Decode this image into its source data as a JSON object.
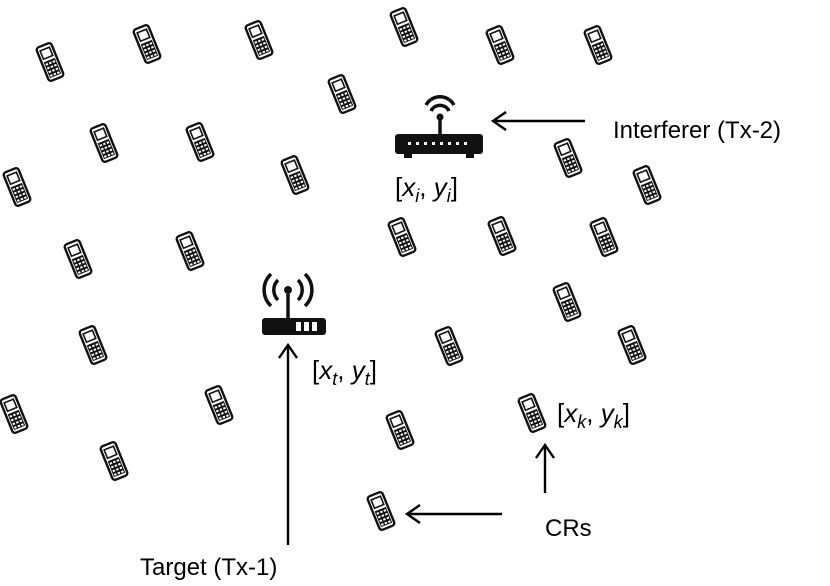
{
  "labels": {
    "interferer": "Interferer (Tx-2)",
    "target": "Target (Tx-1)",
    "crs": "CRs"
  },
  "coords": {
    "interferer": {
      "x": "x",
      "x_sub": "i",
      "sep": ", ",
      "y": "y",
      "y_sub": "i"
    },
    "target": {
      "x": "x",
      "x_sub": "t",
      "sep": ", ",
      "y": "y",
      "y_sub": "t"
    },
    "cr": {
      "x": "x",
      "x_sub": "k",
      "sep": ", ",
      "y": "y",
      "y_sub": "k"
    }
  },
  "icons": {
    "phone": "mobile-phone-icon",
    "interferer": "wifi-router-icon",
    "target": "radio-transmitter-icon"
  }
}
